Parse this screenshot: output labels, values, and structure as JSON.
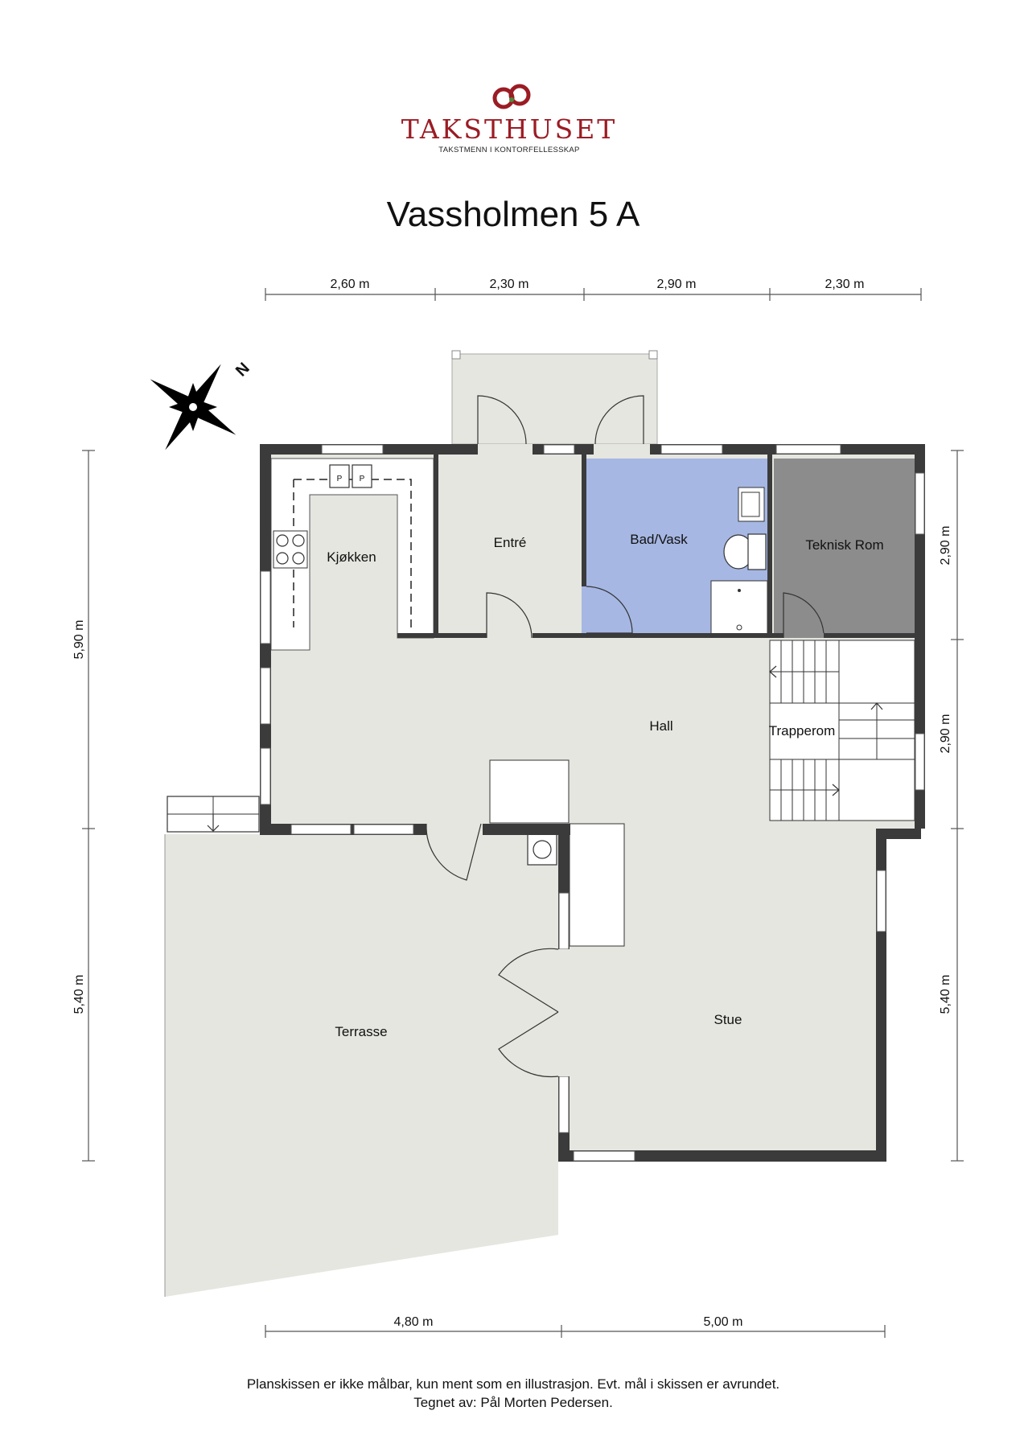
{
  "header": {
    "brand": "TAKSTHUSET",
    "tagline": "TAKSTMENN I KONTORFELLESSKAP",
    "title": "Vassholmen 5 A"
  },
  "compass": {
    "north_label": "N"
  },
  "dimensions": {
    "top": [
      "2,60 m",
      "2,30 m",
      "2,90 m",
      "2,30 m"
    ],
    "bottom": [
      "4,80 m",
      "5,00 m"
    ],
    "left": [
      "5,90 m",
      "5,40 m"
    ],
    "right": [
      "2,90 m",
      "2,90 m",
      "5,40 m"
    ]
  },
  "rooms": {
    "kjokken": "Kjøkken",
    "entre": "Entré",
    "bad": "Bad/Vask",
    "teknisk": "Teknisk Rom",
    "hall": "Hall",
    "trapperom": "Trapperom",
    "terrasse": "Terrasse",
    "stue": "Stue"
  },
  "footer": {
    "line1": "Planskissen er ikke målbar, kun ment som en illustrasjon. Evt. mål i skissen er avrundet.",
    "line2": "Tegnet av: Pål Morten Pedersen."
  },
  "colors": {
    "floor": "#e4e6df",
    "wall": "#3b3b3b",
    "bad": "#a6b7e3",
    "teknisk": "#8c8c8c",
    "brand": "#9b1c24"
  }
}
